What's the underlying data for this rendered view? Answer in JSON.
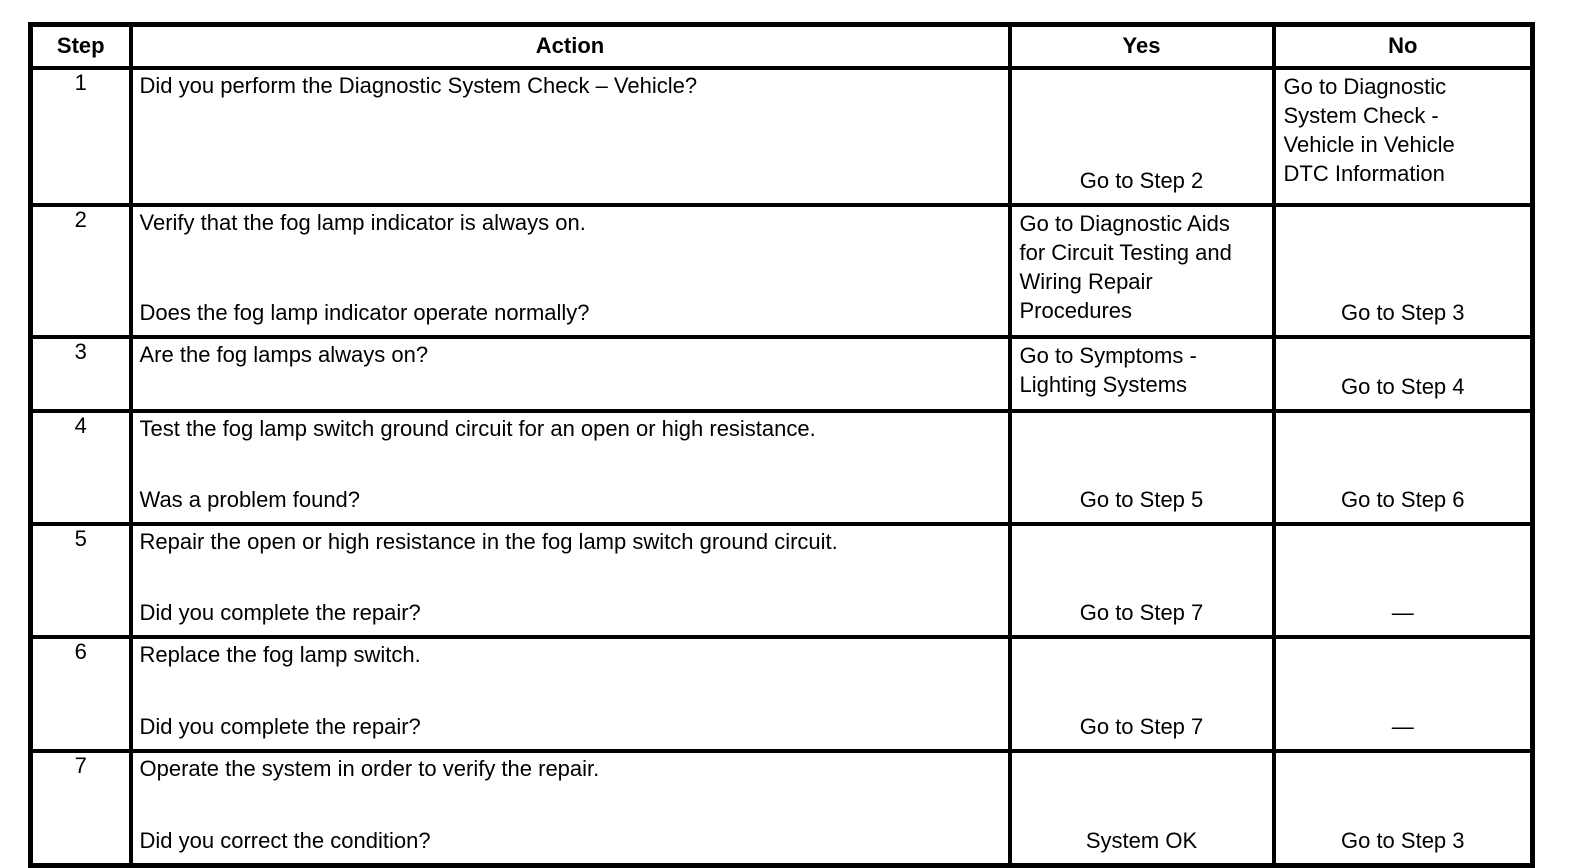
{
  "table": {
    "headers": {
      "step": "Step",
      "action": "Action",
      "yes": "Yes",
      "no": "No"
    },
    "rows": [
      {
        "step": "1",
        "action": "Did you perform the Diagnostic System Check – Vehicle?",
        "yes": "Go to Step 2",
        "no": "Go to Diagnostic\nSystem Check -\nVehicle in Vehicle\nDTC Information"
      },
      {
        "step": "2",
        "action": "Verify that the fog lamp indicator is always on.",
        "question": "Does the fog lamp indicator operate normally?",
        "yes": "Go to Diagnostic Aids\nfor Circuit Testing and\nWiring Repair\nProcedures",
        "no": "Go to Step 3"
      },
      {
        "step": "3",
        "action": "Are the fog lamps always on?",
        "yes": "Go to Symptoms -\nLighting Systems",
        "no": "Go to Step 4"
      },
      {
        "step": "4",
        "action": "Test the fog lamp switch ground circuit for an open or high resistance.",
        "question": "Was a problem found?",
        "yes": "Go to Step 5",
        "no": "Go to Step 6"
      },
      {
        "step": "5",
        "action": "Repair the open or high resistance in the fog lamp switch ground circuit.",
        "question": "Did you complete the repair?",
        "yes": "Go to Step 7",
        "no": "—"
      },
      {
        "step": "6",
        "action": "Replace the fog lamp switch.",
        "question": "Did you complete the repair?",
        "yes": "Go to Step 7",
        "no": "—"
      },
      {
        "step": "7",
        "action": "Operate the system in order to verify the repair.",
        "question": "Did you correct the condition?",
        "yes": "System OK",
        "no": "Go to Step 3"
      }
    ]
  }
}
